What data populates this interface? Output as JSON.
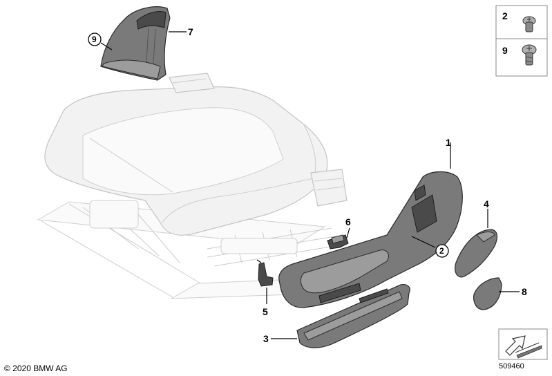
{
  "callouts": {
    "c1": "1",
    "c2": "2",
    "c3": "3",
    "c4": "4",
    "c5": "5",
    "c6": "6",
    "c7": "7",
    "c8": "8",
    "c9": "9"
  },
  "legend": {
    "item_a": "2",
    "item_b": "9"
  },
  "footer": {
    "copyright": "© 2020 BMW AG",
    "diagram_number": "509460"
  }
}
